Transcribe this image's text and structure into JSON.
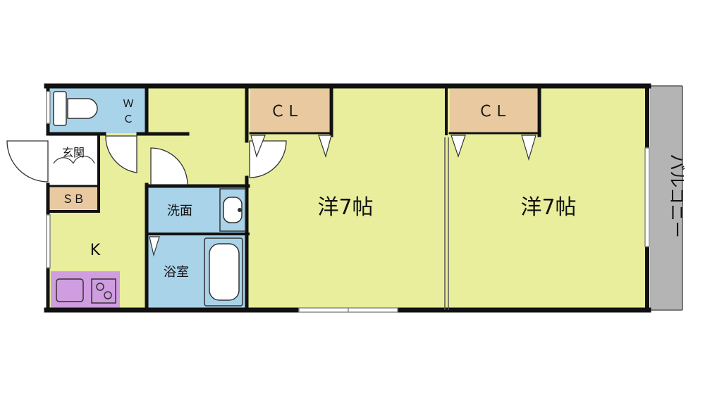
{
  "colors": {
    "room": "#e8ee9b",
    "wet": "#a9d3e8",
    "closet": "#e9c9a0",
    "kitchen": "#cf9de0",
    "balcony": "#b4b4b4",
    "wall": "#111111"
  },
  "rooms": {
    "western_1": "洋7帖",
    "western_2": "洋7帖",
    "kitchen": "K",
    "bath": "浴室",
    "washroom": "洗面",
    "entrance": "玄関",
    "shoe_box": "ＳＢ",
    "closet_1": "ＣＬ",
    "closet_2": "ＣＬ",
    "wc_line1": "Ｗ",
    "wc_line2": "Ｃ",
    "balcony": "バルコニー"
  },
  "icons": [
    "toilet-icon",
    "sink-icon",
    "bathtub-icon",
    "stove-icon",
    "door-swing-icon"
  ]
}
